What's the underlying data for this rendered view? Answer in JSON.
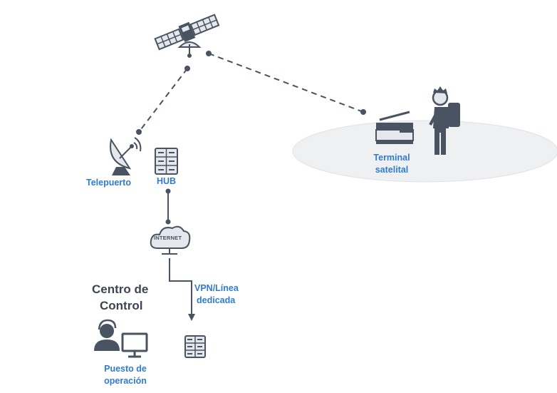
{
  "labels": {
    "teleport": "Telepuerto",
    "hub": "HUB",
    "internet": "INTERNET",
    "vpn_line1": "VPN/Línea",
    "vpn_line2": "dedicada",
    "control_line1": "Centro de",
    "control_line2": "Control",
    "terminal_line1": "Terminal",
    "terminal_line2": "satelital",
    "operator_line1": "Puesto de",
    "operator_line2": "operación"
  },
  "colors": {
    "label_blue": "#2f7bd3",
    "icon_dark": "#4a5361",
    "title_dark": "#3d4450",
    "icon_light": "#e4e7ec",
    "coverage_ellipse": "#eef0f2"
  },
  "icons": [
    "satellite-icon",
    "satellite-dish-icon",
    "server-rack-icon",
    "cloud-icon",
    "terminal-icon",
    "hiker-icon",
    "operator-icon",
    "monitor-icon"
  ]
}
